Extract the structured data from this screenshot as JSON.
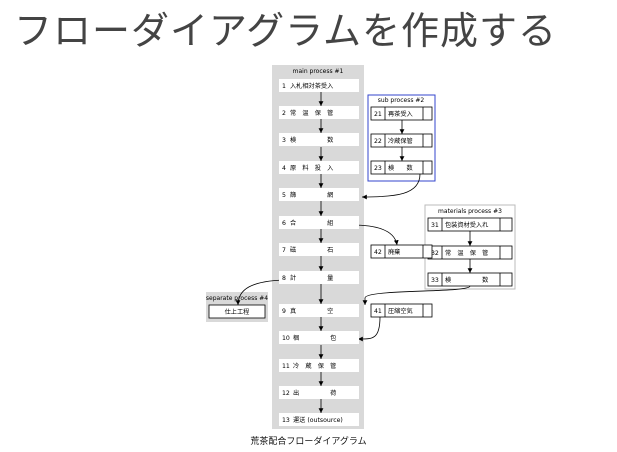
{
  "page": {
    "title": "フローダイアグラムを作成する",
    "caption": "荒茶配合フローダイアグラム"
  },
  "diagram": {
    "main": {
      "label": "main process #1",
      "steps": [
        {
          "no": "1",
          "text": "入札相対茶受入"
        },
        {
          "no": "2",
          "text": "常　温　保　管"
        },
        {
          "no": "3",
          "text": "検　　　　　数"
        },
        {
          "no": "4",
          "text": "原　料　投　入"
        },
        {
          "no": "5",
          "text": "篩　　　　　網"
        },
        {
          "no": "6",
          "text": "合　　　　　組"
        },
        {
          "no": "7",
          "text": "磁　　　　　石"
        },
        {
          "no": "8",
          "text": "計　　　　　量"
        },
        {
          "no": "9",
          "text": "真　　　　　空"
        },
        {
          "no": "10",
          "text": "梱　　　　　包"
        },
        {
          "no": "11",
          "text": "冷　蔵　保　管"
        },
        {
          "no": "12",
          "text": "出　　　　　荷"
        },
        {
          "no": "13",
          "text": "運送 (outsource)"
        }
      ]
    },
    "sub": {
      "label": "sub process #2",
      "steps": [
        {
          "no": "21",
          "text": "再茶受入"
        },
        {
          "no": "22",
          "text": "冷蔵保管"
        },
        {
          "no": "23",
          "text": "検　　数"
        }
      ]
    },
    "materials": {
      "label": "materials process #3",
      "steps": [
        {
          "no": "31",
          "text": "包装資材受入れ"
        },
        {
          "no": "32",
          "text": "常　温　保　管"
        },
        {
          "no": "33",
          "text": "検　　　　　数"
        }
      ]
    },
    "separate": {
      "label": "separate process #4",
      "step": "仕上工程"
    },
    "extra": [
      {
        "no": "42",
        "text": "廃棄"
      },
      {
        "no": "41",
        "text": "圧縮空気"
      }
    ],
    "colors": {
      "main_bg": "#d9d9d9",
      "sub_border": "#3344cc",
      "panel_border": "#bbbbbb",
      "line": "#000000"
    }
  }
}
